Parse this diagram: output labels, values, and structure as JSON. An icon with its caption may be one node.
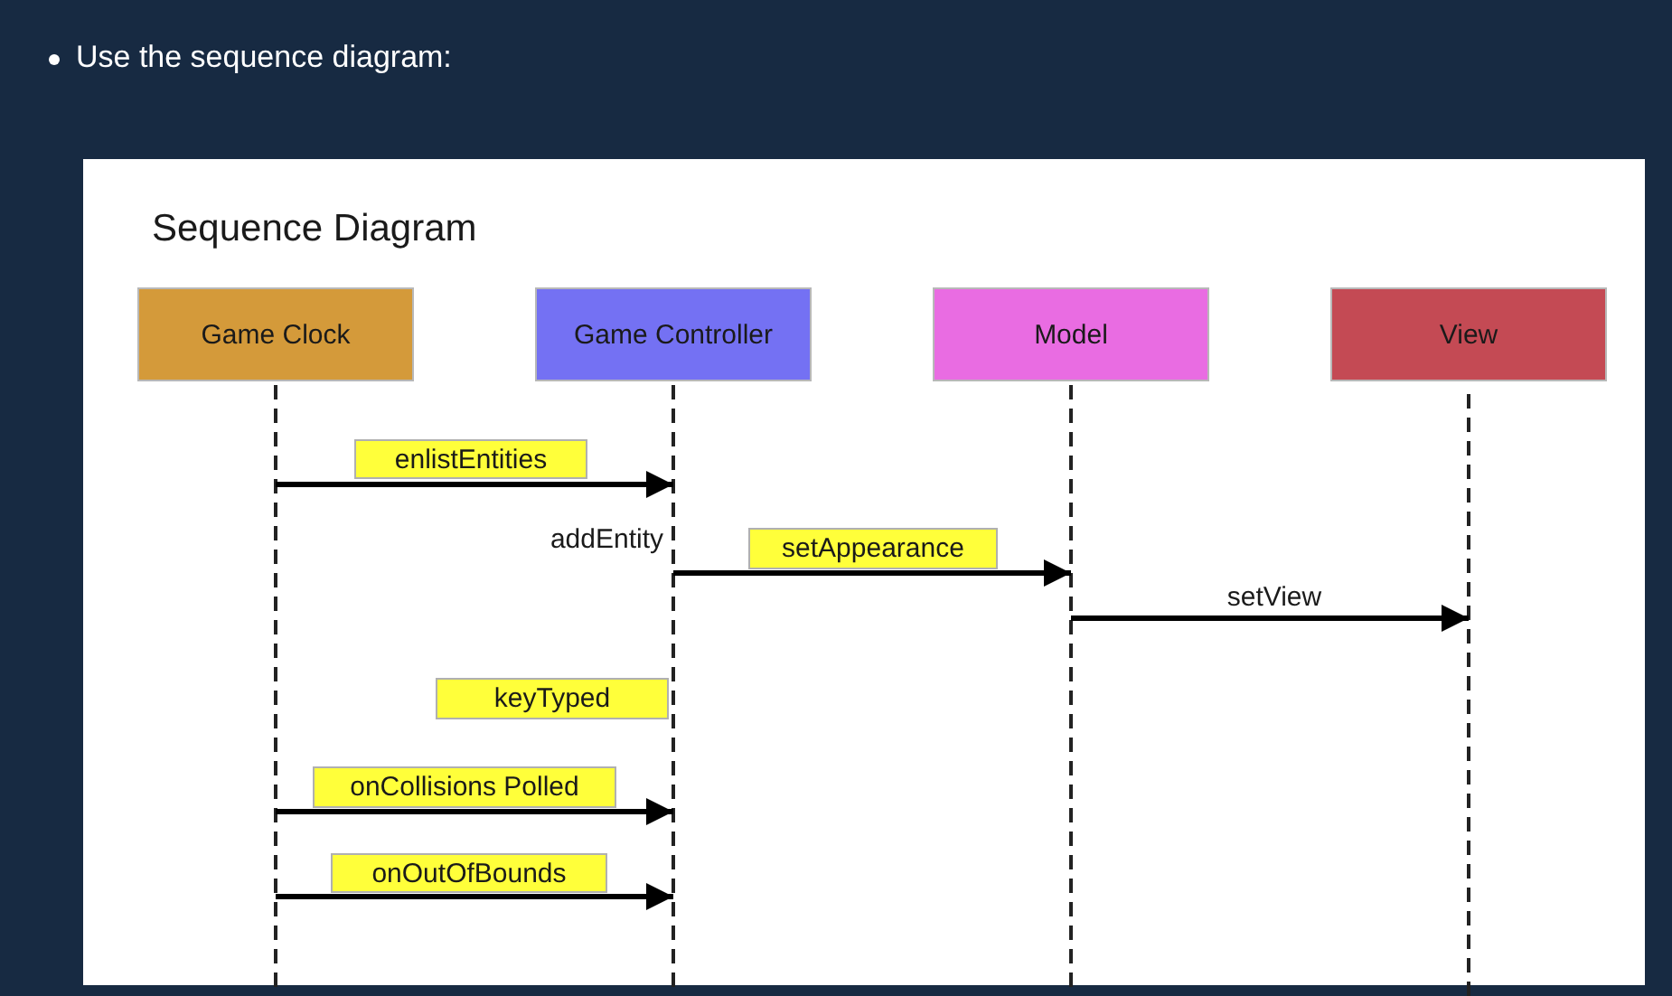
{
  "diagram": {
    "title": "Sequence Diagram",
    "nodes": [
      {
        "text": [
          "Game Clock"
        ]
      },
      {
        "text": [
          "Game Controller"
        ]
      },
      {
        "text": [
          "Model"
        ]
      },
      {
        "text": [
          "View"
        ]
      }
    ],
    "edges": [
      {
        "from": 0,
        "to": 1,
        "arrow": "to",
        "label": "enlistEntities"
      },
      {
        "from": 1,
        "to": 2,
        "arrow": "to",
        "label": "setAppearance"
      },
      {
        "from": 2,
        "to": 3,
        "arrow": "to",
        "label": "setView"
      },
      {
        "from": 0,
        "to": 1,
        "arrow": "to",
        "label": "onCollisions Polled"
      },
      {
        "from": 0,
        "to": 1,
        "arrow": "to",
        "label": "onOutOfBounds"
      }
    ],
    "labels": [
      "Use the sequence diagram:",
      "addEntity",
      "keyTyped"
    ]
  }
}
